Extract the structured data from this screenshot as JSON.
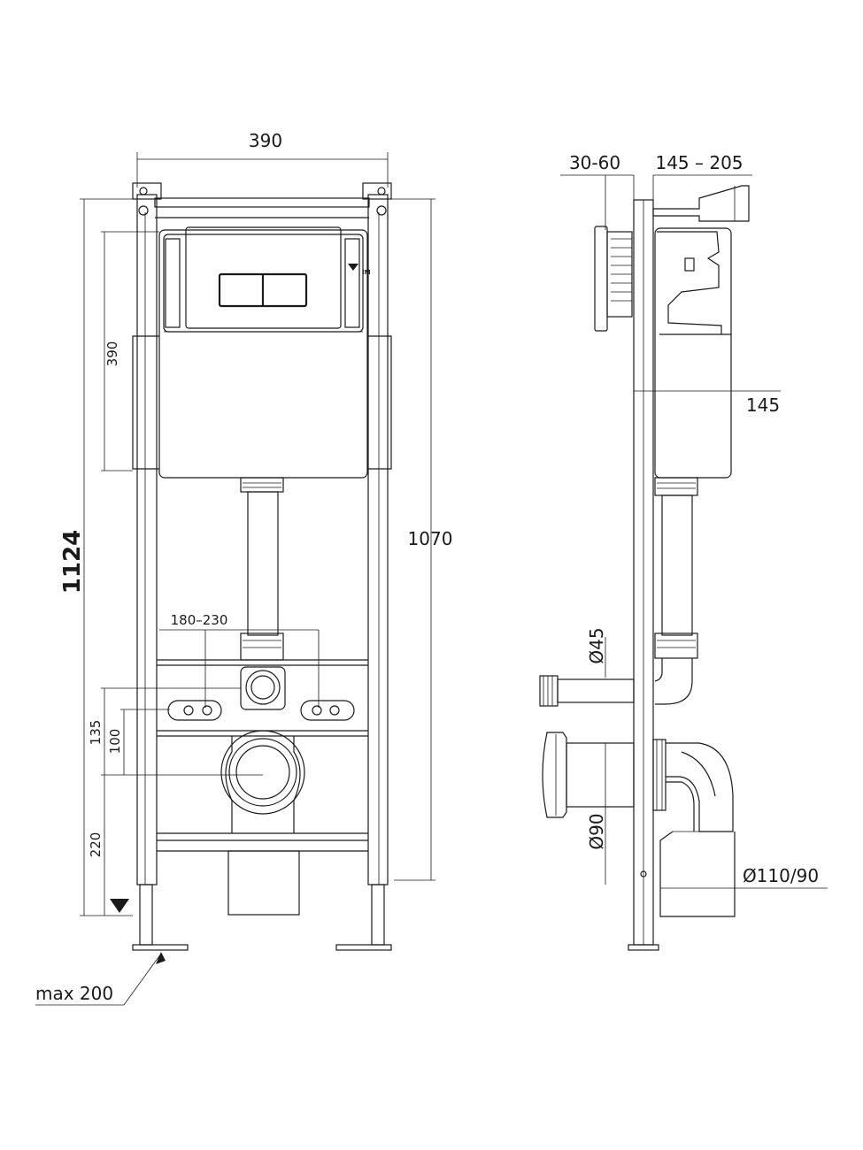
{
  "front_view": {
    "dimensions": {
      "frame_width": "390",
      "cistern_height": "390",
      "total_height": "1124",
      "frame_height": "1070",
      "anchor_spacing": "180–230",
      "upper_anchor_height": "135",
      "lower_anchor_height": "100",
      "outlet_height": "220",
      "leg_extension": "max 200"
    },
    "brand_mark": "IM"
  },
  "side_view": {
    "dimensions": {
      "panel_depth": "30-60",
      "mount_depth": "145 – 205",
      "cistern_depth": "145",
      "inlet_diameter": "Ø45",
      "outlet_diameter": "Ø90",
      "drain_diameter": "Ø110/90"
    }
  }
}
